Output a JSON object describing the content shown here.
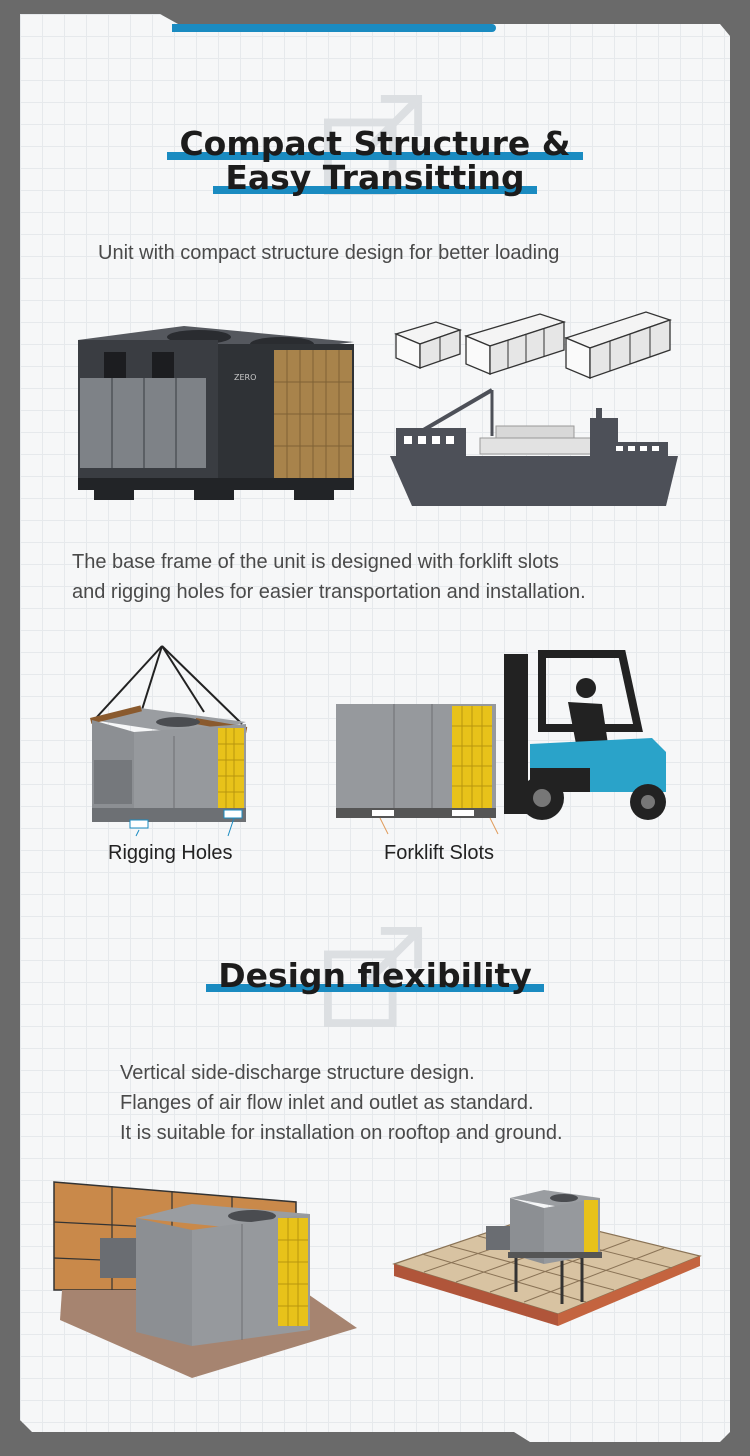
{
  "section1": {
    "title_line1": "Compact Structure &",
    "title_line2": "Easy Transitting",
    "subtitle": "Unit with compact structure design for better loading",
    "para_line1": "The base frame of the unit is designed with forklift slots",
    "para_line2": "and rigging holes for easier transportation and installation.",
    "unit_brand": "ZERO",
    "label_rigging": "Rigging Holes",
    "label_forklift": "Forklift Slots"
  },
  "section2": {
    "title": "Design flexibility",
    "line1": "Vertical side-discharge structure design.",
    "line2": "Flanges of air flow inlet and outlet as standard.",
    "line3": "It is suitable for installation on rooftop and ground."
  },
  "colors": {
    "accent": "#1a8bc1",
    "unit_dark": "#3a3d42",
    "unit_grey": "#8c8f93",
    "coil_yellow": "#e8c21a",
    "ship": "#4d5058",
    "forklift_blue": "#2aa3c9"
  }
}
